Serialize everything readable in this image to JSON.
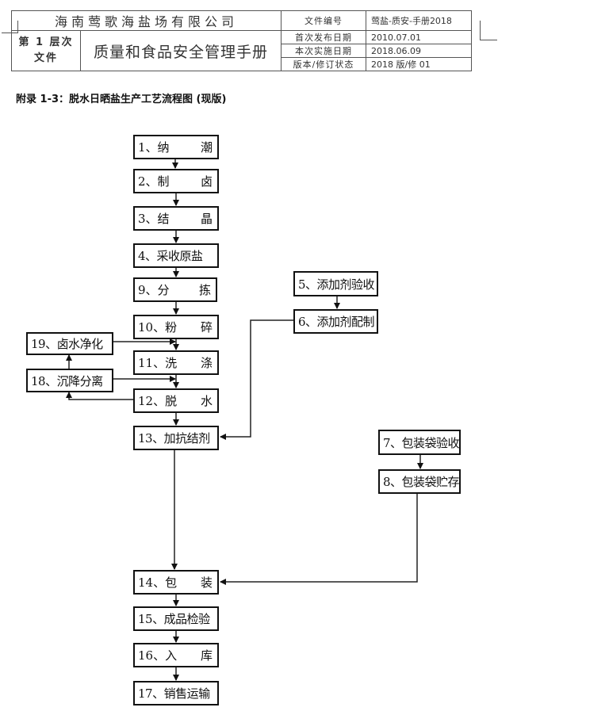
{
  "header": {
    "company": "海南莺歌海盐场有限公司",
    "level": [
      "第 1 层次",
      "文件"
    ],
    "manual_title": "质量和食品安全管理手册",
    "rows": [
      {
        "label": "文件编号",
        "value": "莺盐-质安-手册2018"
      },
      {
        "label": "首次发布日期",
        "value": "2010.07.01"
      },
      {
        "label": "本次实施日期",
        "value": "2018.06.09"
      },
      {
        "label": "版本/修订状态",
        "value": "2018 版/修 01"
      }
    ]
  },
  "appendix_title": "附录 1-3：脱水日晒盐生产工艺流程图   (现版)",
  "steps": {
    "s1": {
      "num": "1、纳",
      "end": "潮"
    },
    "s2": {
      "num": "2、制",
      "end": "卤"
    },
    "s3": {
      "num": "3、结",
      "end": "晶"
    },
    "s4": {
      "label": "4、采收原盐"
    },
    "s5": {
      "label": "5、添加剂验收"
    },
    "s6": {
      "label": "6、添加剂配制"
    },
    "s7": {
      "label": "7、包装袋验收"
    },
    "s8": {
      "label": "8、包装袋贮存"
    },
    "s9": {
      "num": "9、分",
      "end": "拣"
    },
    "s10": {
      "num": "10、粉",
      "end": "碎"
    },
    "s11": {
      "num": "11、洗",
      "end": "涤"
    },
    "s12": {
      "num": "12、脱",
      "end": "水"
    },
    "s13": {
      "label": "13、加抗结剂"
    },
    "s14": {
      "num": "14、包",
      "end": "装"
    },
    "s15": {
      "label": "15、成品检验"
    },
    "s16": {
      "num": "16、入",
      "end": "库"
    },
    "s17": {
      "label": "17、销售运输"
    },
    "s18": {
      "label": "18、沉降分离"
    },
    "s19": {
      "label": "19、卤水净化"
    }
  }
}
